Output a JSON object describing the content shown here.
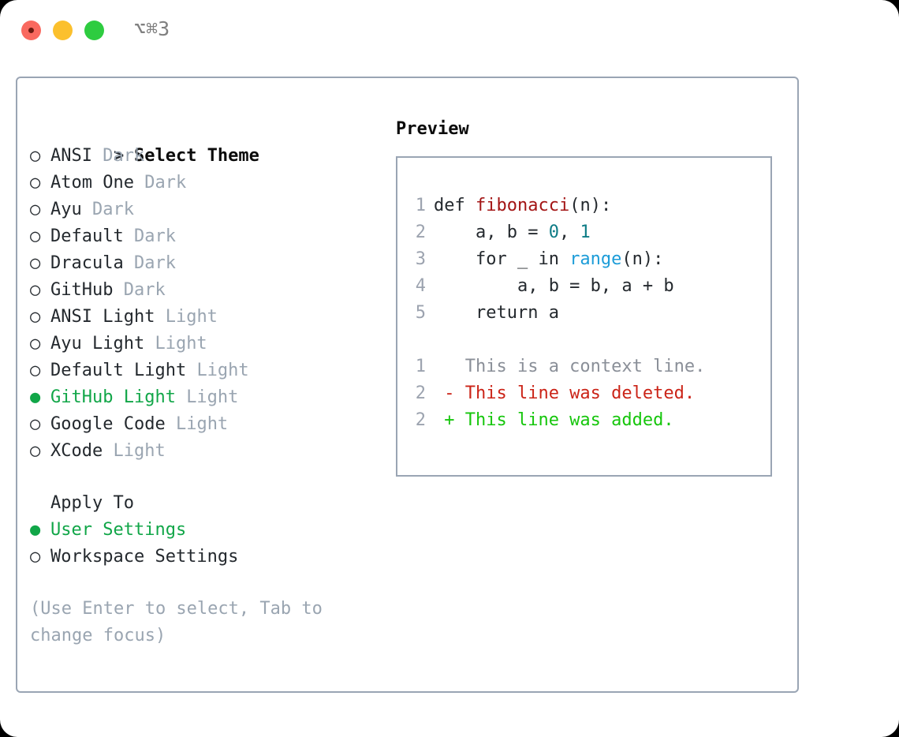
{
  "window": {
    "shortcut": "⌥⌘3",
    "traffic_lights": [
      "close",
      "minimize",
      "maximize"
    ],
    "accent_selected": "#11a648",
    "border_color": "#9aa5b4"
  },
  "theme_list": {
    "header": "Select Theme",
    "header_prefix": ">",
    "bullet_unselected": "○",
    "bullet_selected": "●",
    "items": [
      {
        "name": "ANSI",
        "tag": "Dark",
        "selected": false
      },
      {
        "name": "Atom One",
        "tag": "Dark",
        "selected": false
      },
      {
        "name": "Ayu",
        "tag": "Dark",
        "selected": false
      },
      {
        "name": "Default",
        "tag": "Dark",
        "selected": false
      },
      {
        "name": "Dracula",
        "tag": "Dark",
        "selected": false
      },
      {
        "name": "GitHub",
        "tag": "Dark",
        "selected": false
      },
      {
        "name": "ANSI Light",
        "tag": "Light",
        "selected": false
      },
      {
        "name": "Ayu Light",
        "tag": "Light",
        "selected": false
      },
      {
        "name": "Default Light",
        "tag": "Light",
        "selected": false
      },
      {
        "name": "GitHub Light",
        "tag": "Light",
        "selected": true
      },
      {
        "name": "Google Code",
        "tag": "Light",
        "selected": false
      },
      {
        "name": "XCode",
        "tag": "Light",
        "selected": false
      }
    ]
  },
  "apply_to": {
    "header": "Apply To",
    "items": [
      {
        "name": "User Settings",
        "selected": true
      },
      {
        "name": "Workspace Settings",
        "selected": false
      }
    ]
  },
  "hint": "(Use Enter to select, Tab to change focus)",
  "preview": {
    "title": "Preview",
    "code_lines": [
      {
        "number": "1",
        "tokens": [
          {
            "text": "def ",
            "type": "kw"
          },
          {
            "text": "fibonacci",
            "type": "fn"
          },
          {
            "text": "(n):",
            "type": "pn"
          }
        ]
      },
      {
        "number": "2",
        "tokens": [
          {
            "text": "    a, b = ",
            "type": "kw"
          },
          {
            "text": "0",
            "type": "num"
          },
          {
            "text": ", ",
            "type": "pn"
          },
          {
            "text": "1",
            "type": "num"
          }
        ]
      },
      {
        "number": "3",
        "tokens": [
          {
            "text": "    for _ in ",
            "type": "kw"
          },
          {
            "text": "range",
            "type": "bi"
          },
          {
            "text": "(n):",
            "type": "pn"
          }
        ]
      },
      {
        "number": "4",
        "tokens": [
          {
            "text": "        a, b = b, a + b",
            "type": "kw"
          }
        ]
      },
      {
        "number": "5",
        "tokens": [
          {
            "text": "    return a",
            "type": "kw"
          }
        ]
      }
    ],
    "diff_lines": [
      {
        "number": "1",
        "marker": " ",
        "text": "This is a context line.",
        "type": "ctx"
      },
      {
        "number": "2",
        "marker": "-",
        "text": "This line was deleted.",
        "type": "del"
      },
      {
        "number": "2",
        "marker": "+",
        "text": "This line was added.",
        "type": "add"
      }
    ],
    "colors": {
      "line_number": "#9ca3af",
      "keyword": "#24292e",
      "function": "#a31515",
      "number": "#0e7c86",
      "builtin": "#1c9cd8",
      "context": "#8a8f98",
      "deleted": "#cb2418",
      "added": "#16c60c"
    }
  }
}
